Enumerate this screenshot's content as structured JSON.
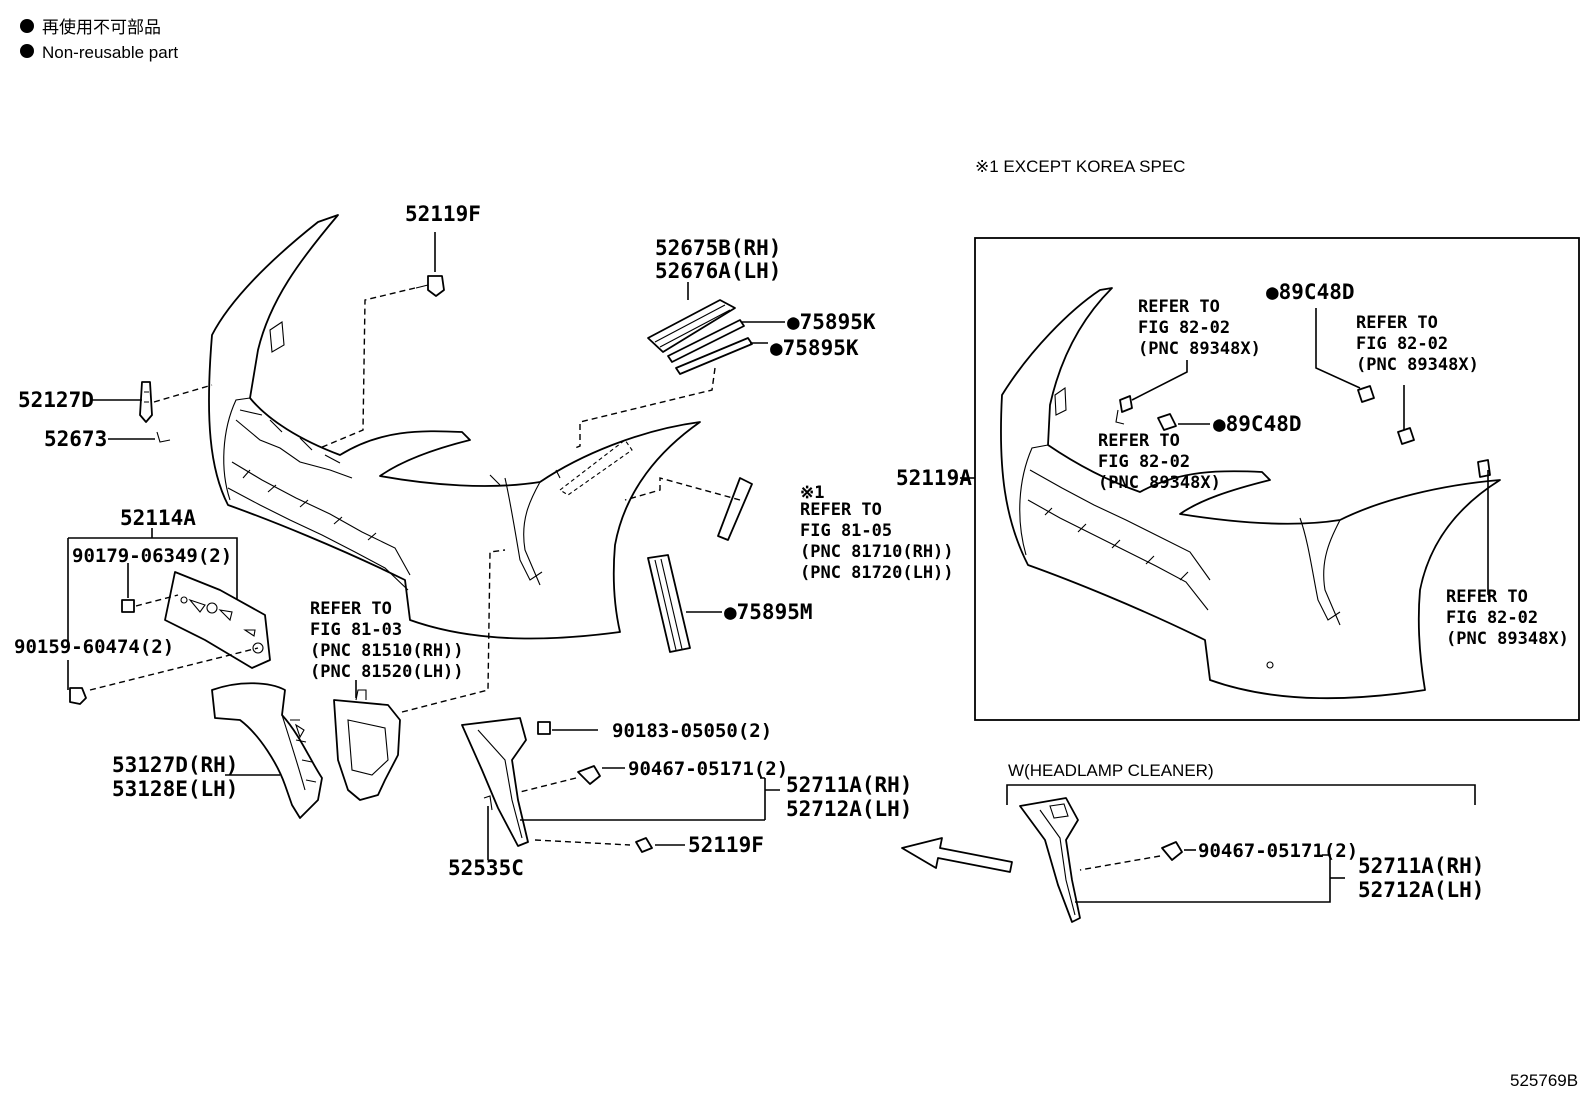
{
  "legend": {
    "japanese": "再使用不可部品",
    "english": "Non-reusable part"
  },
  "notes": {
    "except_korea": "※1 EXCEPT KOREA SPEC",
    "headlamp_cleaner": "W(HEADLAMP CLEANER)",
    "marker_1": "※1",
    "figure_id": "525769B"
  },
  "parts": {
    "p52119F_top": "52119F",
    "p52675B": "52675B(RH)",
    "p52676A": "52676A(LH)",
    "p75895K_1": "●75895K",
    "p75895K_2": "●75895K",
    "p52127D": "52127D",
    "p52673": "52673",
    "p52114A": "52114A",
    "p90179": "90179-06349(2)",
    "p90159": "90159-60474(2)",
    "p75895M": "●75895M",
    "p53127D": "53127D(RH)",
    "p53128E": "53128E(LH)",
    "p90183": "90183-05050(2)",
    "p90467_a": "90467-05171(2)",
    "p52711A_a": "52711A(RH)",
    "p52712A_a": "52712A(LH)",
    "p52119F_bottom": "52119F",
    "p52535C": "52535C",
    "p52119A": "52119A",
    "p89C48D_1": "●89C48D",
    "p89C48D_2": "●89C48D",
    "p90467_b": "90467-05171(2)",
    "p52711A_b": "52711A(RH)",
    "p52712A_b": "52712A(LH)"
  },
  "refs": {
    "fig_81_05": {
      "l1": "REFER TO",
      "l2": "FIG 81-05",
      "l3": "(PNC 81710(RH))",
      "l4": "(PNC 81720(LH))"
    },
    "fig_81_03": {
      "l1": "REFER TO",
      "l2": "FIG 81-03",
      "l3": "(PNC 81510(RH))",
      "l4": "(PNC 81520(LH))"
    },
    "fig_82_02_a": {
      "l1": "REFER TO",
      "l2": "FIG 82-02",
      "l3": "(PNC 89348X)"
    },
    "fig_82_02_b": {
      "l1": "REFER TO",
      "l2": "FIG 82-02",
      "l3": "(PNC 89348X)"
    },
    "fig_82_02_c": {
      "l1": "REFER TO",
      "l2": "FIG 82-02",
      "l3": "(PNC 89348X)"
    },
    "fig_82_02_d": {
      "l1": "REFER TO",
      "l2": "FIG 82-02",
      "l3": "(PNC 89348X)"
    }
  }
}
